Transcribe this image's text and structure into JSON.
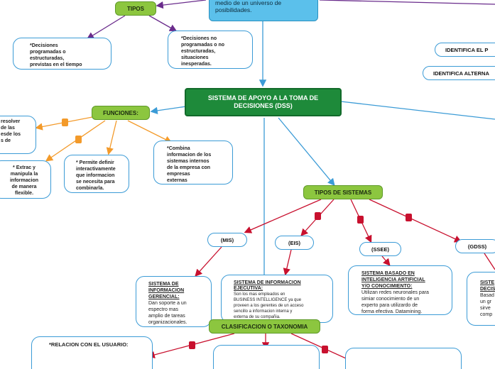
{
  "top_note": {
    "lines": [
      "medio de un universo de",
      "posibilidades."
    ]
  },
  "tipos": {
    "label": "TIPOS",
    "programadas": [
      "*Decisiones",
      "programadas o",
      "estructuradas,",
      "previstas en el tiempo"
    ],
    "no_programadas": [
      "*Decisiones no",
      "programadas o no",
      "estructuradas,",
      "situaciones",
      "inesperadas."
    ]
  },
  "right_items": {
    "identifica_p": "IDENTIFICA EL P",
    "identifica_alterna": "IDENTIFICA ALTERNA"
  },
  "central": {
    "line1": "SISTEMA DE APOYO A LA TOMA DE",
    "line2": "DECISIONES (DSS)"
  },
  "funciones": {
    "label": "FUNCIONES:",
    "left_partial": [
      "resolver",
      "de las",
      "esde los",
      "s de"
    ],
    "extrae": [
      "* Extrac y",
      "manipula la",
      "informacion",
      "de manera",
      "flexible."
    ],
    "permite": [
      "* Permite definir",
      "interactivamente",
      "que informacion",
      "se necesita para",
      "combinarla."
    ],
    "combina": [
      "*Combina",
      "informacion de los",
      "sistemas internos",
      "de la empresa con",
      "empresas",
      "externas"
    ]
  },
  "tipos_sistemas": {
    "label": "TIPOS DE SISTEMAS",
    "mis": "(MIS)",
    "eis": "(EIS)",
    "ssee": "(SSEE)",
    "gdss": "(GDSS)"
  },
  "mis_desc": {
    "title": [
      "SISTEMA DE",
      "INFORMACION",
      "GERENCIAL:"
    ],
    "body": [
      "Dan soporte a un",
      "espectro mas",
      "amplio de tareas",
      "organizacionales."
    ]
  },
  "eis_desc": {
    "title": [
      "SISTEMA DE INFORMACION",
      "EJECUTIVA:"
    ],
    "body": [
      "Son los mas empleados en",
      "BUSINESS INTELLIGENCE ya que",
      "proveen a los gerentes de un acceso",
      "sencillo a informacion interna y",
      "externa de su compañia."
    ]
  },
  "ssee_desc": {
    "title": [
      "SISTEMA BASADO EN",
      "INTELIGENCIA ARTIFICIAL",
      "Y/O CONOCIMIENTO:"
    ],
    "body": [
      "Utilizan redes neuronales para",
      "simiar conocimiento de un",
      "experto para utilizardo de",
      "forma efectiva. Datamining."
    ]
  },
  "gdss_desc": {
    "title": [
      "SISTE",
      "DECIS"
    ],
    "body": [
      "Basad",
      "un gr",
      "sirve",
      "comp"
    ]
  },
  "clasificacion": {
    "label": "CLASIFICACION O TAXONOMIA"
  },
  "relacion": {
    "line1": "*RELACION CON EL USUARIO:"
  },
  "colors": {
    "blue": "#3b9bd6",
    "green": "#8cc63f",
    "orange": "#f39a2a",
    "red": "#c8102e",
    "purple": "#6a2c8c"
  }
}
